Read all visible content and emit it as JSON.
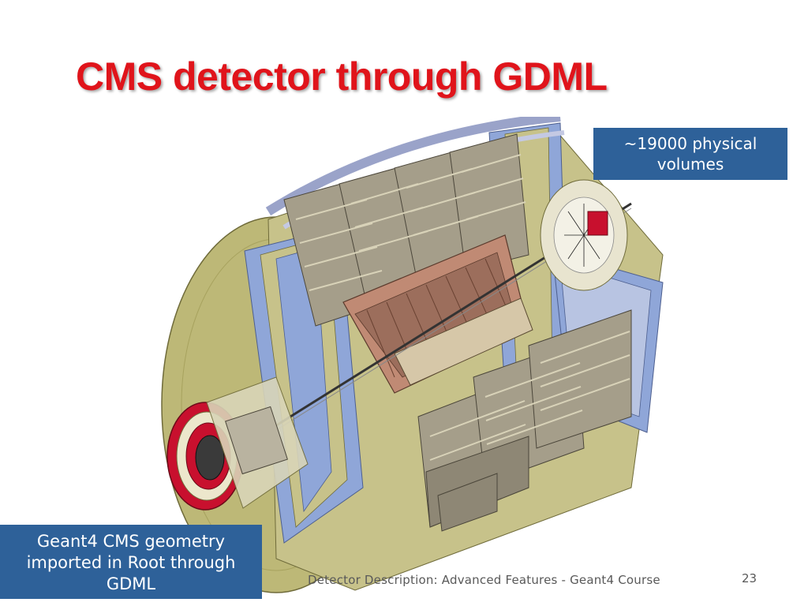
{
  "slide": {
    "title": "CMS detector through GDML",
    "callout_top": {
      "line1": "~19000 physical",
      "line2": "volumes"
    },
    "callout_bottom": {
      "line1": "Geant4 CMS geometry",
      "line2": "imported in Root through",
      "line3": "GDML"
    },
    "footer": "Detector Description: Advanced Features - Geant4 Course",
    "page_number": "23"
  },
  "colors": {
    "title": "#e0141b",
    "callout_bg": "#2e6199",
    "yoke_olive": "#bdb877",
    "muon_blue": "#8fa6d8",
    "chamber_gray": "#a59e8a",
    "calorimeter_copper": "#c08a74",
    "endcap_red": "#c8102e"
  }
}
